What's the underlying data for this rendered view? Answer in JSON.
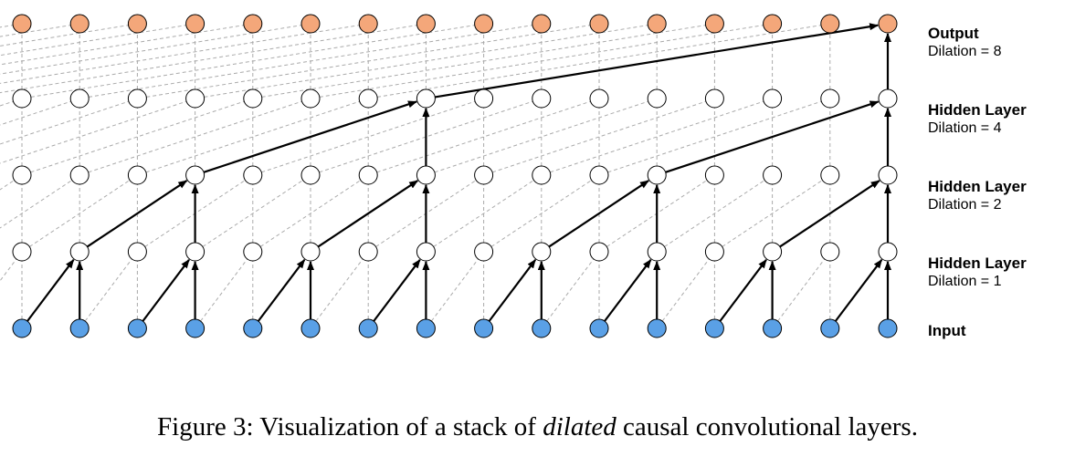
{
  "layers": [
    {
      "name": "Output",
      "dilation": "Dilation = 8",
      "fill": "#f4a77a"
    },
    {
      "name": "Hidden Layer",
      "dilation": "Dilation = 4",
      "fill": "#ffffff"
    },
    {
      "name": "Hidden Layer",
      "dilation": "Dilation = 2",
      "fill": "#ffffff"
    },
    {
      "name": "Hidden Layer",
      "dilation": "Dilation = 1",
      "fill": "#ffffff"
    },
    {
      "name": "Input",
      "dilation": "",
      "fill": "#5aa0e6"
    }
  ],
  "nodes_per_layer": 16,
  "dilations": [
    1,
    2,
    4,
    8
  ],
  "caption": {
    "prefix": "Figure 3: Visualization of a stack of ",
    "emphasis": "dilated",
    "suffix": " causal convolutional layers."
  },
  "colors": {
    "output": "#f4a77a",
    "input": "#5aa0e6",
    "stroke": "#000000",
    "dashed": "#aaaaaa"
  }
}
